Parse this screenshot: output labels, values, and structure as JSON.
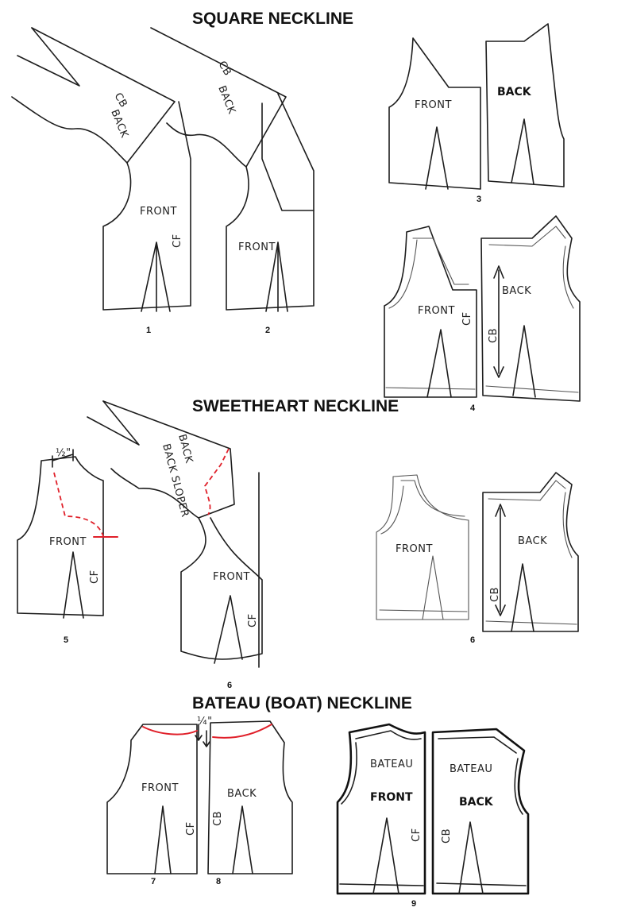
{
  "headings": {
    "square": "SQUARE NECKLINE",
    "sweetheart": "SWEETHEART NECKLINE",
    "bateau": "BATEAU (BOAT) NECKLINE"
  },
  "figure_numbers": {
    "f1": "1",
    "f2": "2",
    "f3": "3",
    "f4": "4",
    "f5": "5",
    "f6a": "6",
    "f6b": "6",
    "f7": "7",
    "f8": "8",
    "f9": "9"
  },
  "labels": {
    "front": "FRONT",
    "back": "BACK",
    "cb": "CB",
    "cf": "CF",
    "back_sloper": "BACK SLOPER",
    "bateau": "BATEAU",
    "half_inch": "½\"",
    "quarter_inch": "¼\""
  },
  "colors": {
    "ink": "#1d1d1d",
    "red_construction": "#e0202a"
  }
}
